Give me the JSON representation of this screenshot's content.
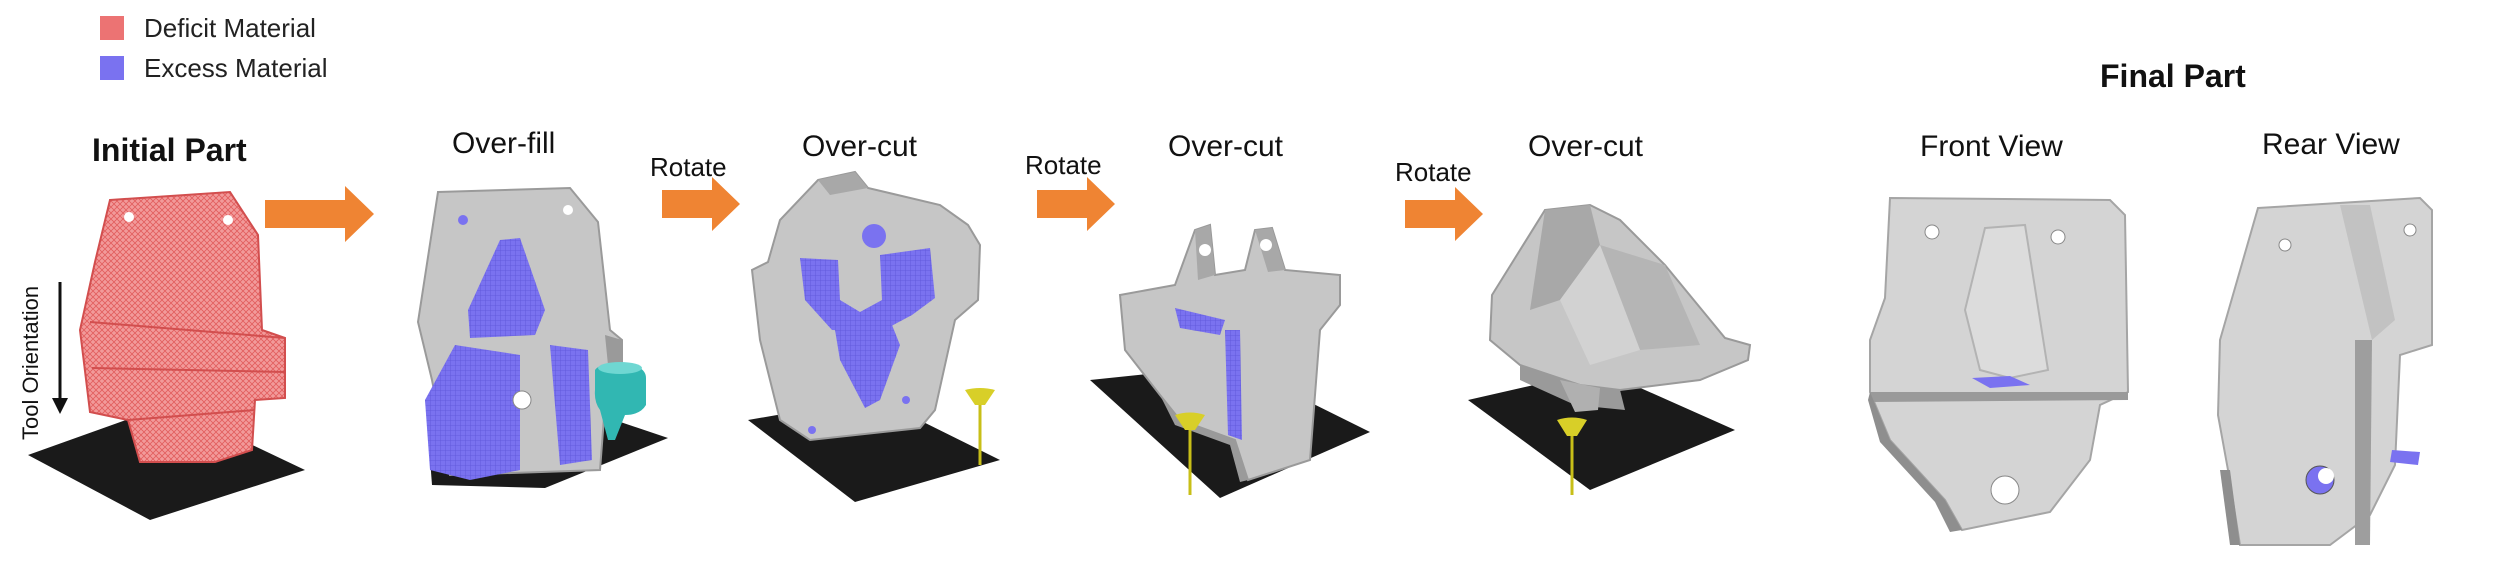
{
  "legend": [
    {
      "label": "Deficit Material",
      "color": "#ec7373"
    },
    {
      "label": "Excess Material",
      "color": "#7a72f0"
    }
  ],
  "titles": {
    "initial": "Initial Part",
    "overfill": "Over-fill",
    "overcut1": "Over-cut",
    "overcut2": "Over-cut",
    "overcut3": "Over-cut",
    "final": "Final Part",
    "front": "Front View",
    "rear": "Rear View"
  },
  "arrows": [
    "Rotate",
    "Rotate",
    "Rotate"
  ],
  "axis_label": "Tool Orientation",
  "colors": {
    "arrow": "#ef8433",
    "part": "#c6c6c6",
    "part_dark": "#9a9a9a",
    "base": "#1a1a1a",
    "tool_cyan": "#31b7b2",
    "tool_yellow": "#d8cf28",
    "deficit": "#ec7373",
    "excess": "#7a72f0"
  }
}
